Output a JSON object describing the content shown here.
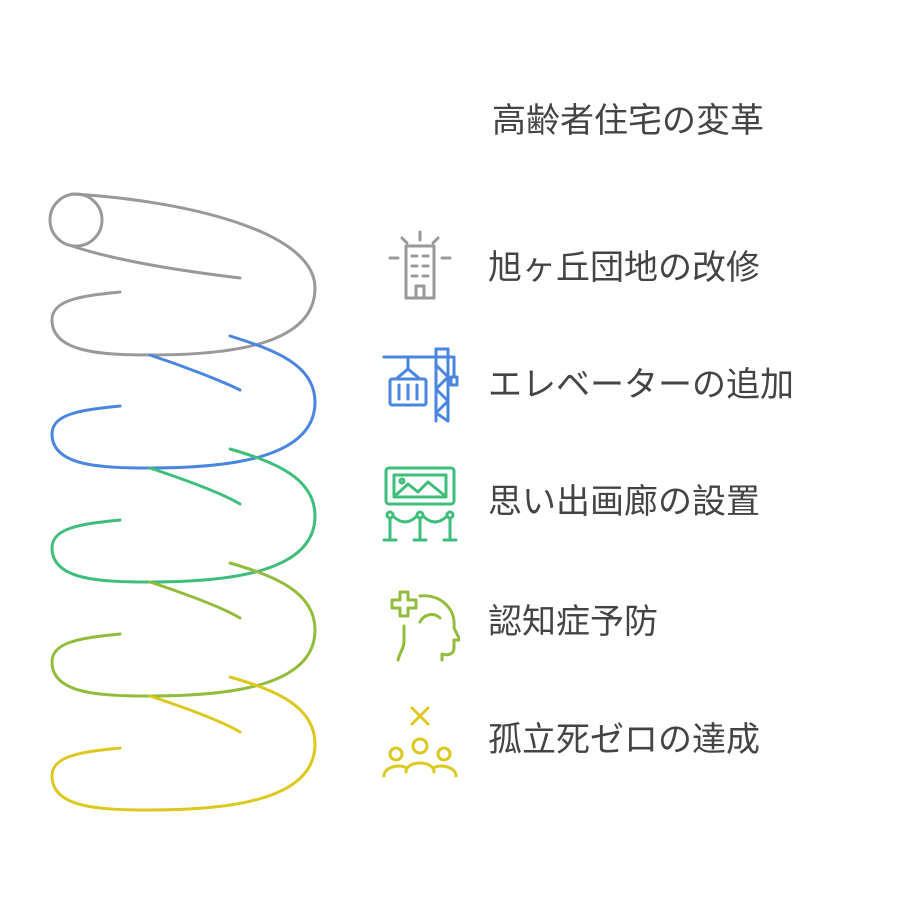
{
  "title": "高齢者住宅の変革",
  "steps": [
    {
      "label": "旭ヶ丘団地の改修",
      "icon": "building-icon",
      "color": "#999999"
    },
    {
      "label": "エレベーターの追加",
      "icon": "crane-container-icon",
      "color": "#4a86e0"
    },
    {
      "label": "思い出画廊の設置",
      "icon": "gallery-frame-icon",
      "color": "#3fbd7b"
    },
    {
      "label": "認知症予防",
      "icon": "head-health-icon",
      "color": "#92bc3c"
    },
    {
      "label": "孤立死ゼロの達成",
      "icon": "community-people-icon",
      "color": "#dcc81e"
    }
  ]
}
